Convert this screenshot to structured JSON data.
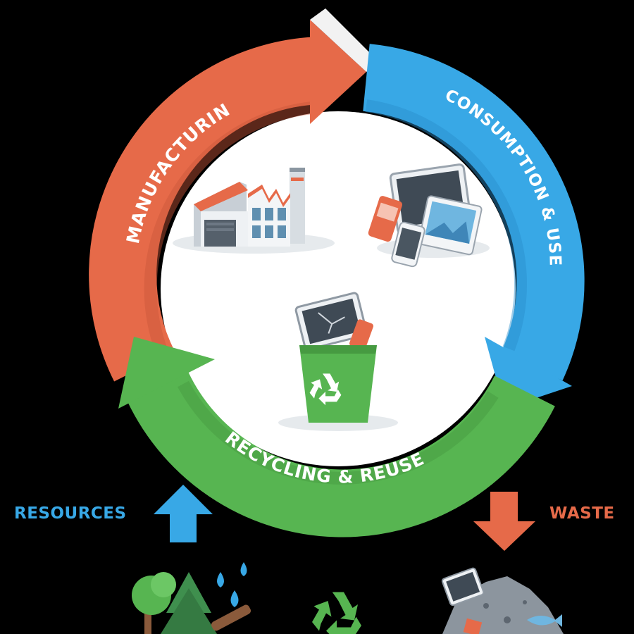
{
  "cycle": {
    "manufacturing": "MANUFACTURING",
    "consumption": "CONSUMPTION & USE",
    "recycling": "RECYCLING & REUSE"
  },
  "inputs": {
    "resources": "RESOURCES",
    "waste": "WASTE"
  },
  "colors": {
    "manufacturing": "#e66a49",
    "consumption": "#38a8e6",
    "recycling": "#57b551",
    "background": "#000000",
    "center": "#ffffff"
  },
  "icons": [
    "factory-icon",
    "devices-icon",
    "recycle-bin-icon",
    "trees-water-icon",
    "recycle-symbol-icon",
    "waste-pile-icon",
    "up-arrow-icon",
    "down-arrow-icon"
  ]
}
